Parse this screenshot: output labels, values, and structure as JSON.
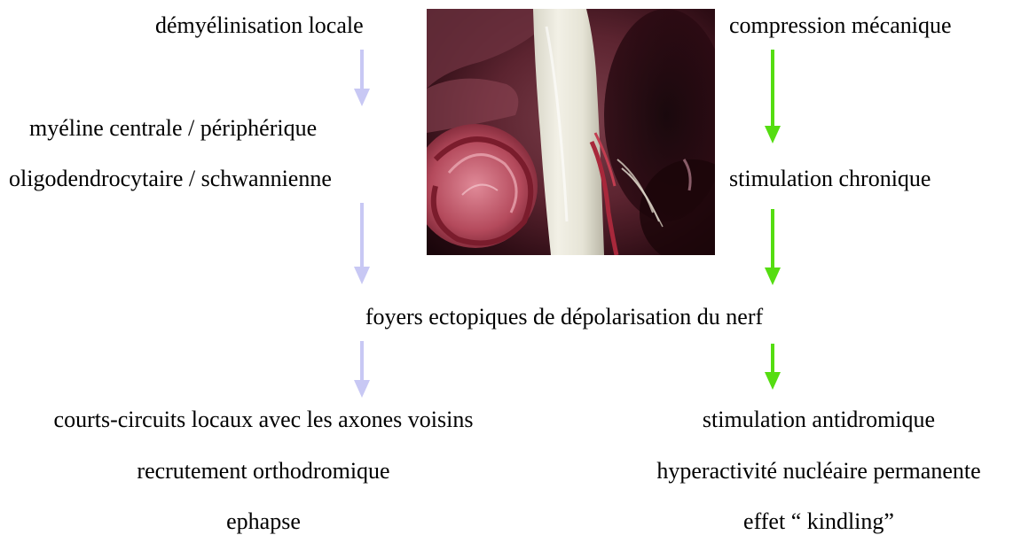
{
  "left_column": {
    "demyelinisation": "démyélinisation locale",
    "myeline": "myéline centrale / périphérique",
    "oligodendro": "oligodendrocytaire / schwannienne"
  },
  "right_column": {
    "compression": "compression mécanique",
    "stimulation_chronique": "stimulation chronique"
  },
  "center": {
    "foyers": "foyers ectopiques de dépolarisation du nerf"
  },
  "bottom_left": {
    "courts_circuits": "courts-circuits locaux avec les axones voisins",
    "recrutement": "recrutement orthodromique",
    "ephapse": "ephapse"
  },
  "bottom_right": {
    "antidromique": "stimulation antidromique",
    "hyperactivite": "hyperactivité nucléaire permanente",
    "kindling": "effet “ kindling”"
  },
  "colors": {
    "left_arrow": "#c8c8f4",
    "right_arrow": "#55dd11",
    "text": "#000000"
  },
  "photo": {
    "subject": "surgical photograph of a nerve with vascular compression"
  }
}
